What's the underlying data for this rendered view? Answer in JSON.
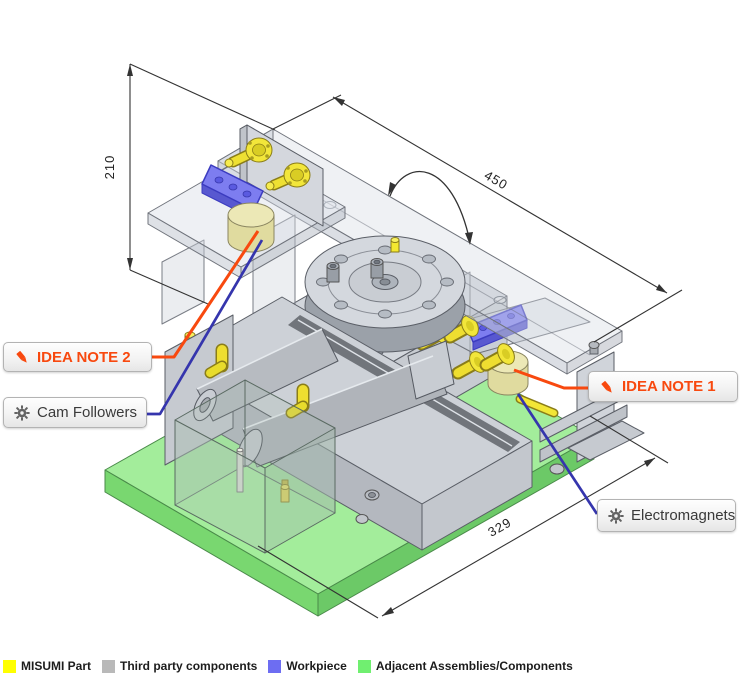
{
  "callouts": {
    "idea_note_2": {
      "label": "IDEA NOTE 2",
      "color": "#f8490f"
    },
    "idea_note_1": {
      "label": "IDEA NOTE 1",
      "color": "#f8490f"
    },
    "cam_followers": {
      "label": "Cam Followers"
    },
    "electromagnets": {
      "label": "Electromagnets"
    }
  },
  "dimensions": {
    "height_210": "210",
    "length_450": "450",
    "width_329": "329"
  },
  "legend": {
    "items": [
      {
        "label": "MISUMI Part",
        "color": "#ffff00"
      },
      {
        "label": "Third party components",
        "color": "#b9b9b9"
      },
      {
        "label": "Workpiece",
        "color": "#6d6df2"
      },
      {
        "label": "Adjacent Assemblies/Components",
        "color": "#70ef70"
      }
    ]
  },
  "colors": {
    "callout_orange": "#f8490f",
    "callout_blue": "#3535ad",
    "dimension_line": "#333333",
    "misumi_yellow": "#f2e63a",
    "workpiece_blue": "#7d7df0",
    "adjacent_green": "#8ce883"
  }
}
